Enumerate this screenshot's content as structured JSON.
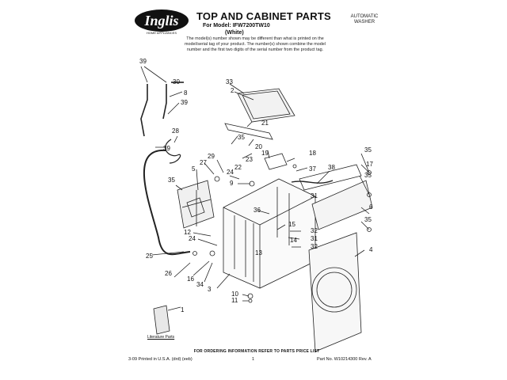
{
  "brand": {
    "name": "Inglis",
    "tagline": "HOME APPLIANCES"
  },
  "header": {
    "title": "TOP AND CABINET PARTS",
    "model_line": "For Model: IFW7200TW10",
    "color_line": "(White)",
    "category_line1": "AUTOMATIC",
    "category_line2": "WASHER"
  },
  "notice": {
    "text": "The model(s) number shown may be different than what is printed on the model/serial tag of your product. The number(s) shown combine the model number and the first two digits of the serial number from the product tag."
  },
  "literature": {
    "label": "Literature Parts"
  },
  "footer": {
    "ordering": "FOR ORDERING INFORMATION REFER TO PARTS PRICE LIST",
    "printed": "3-09 Printed in U.S.A. (drd) (eeb)",
    "page": "1",
    "part_no": "Part No. W10214300 Rev. A"
  },
  "callouts": [
    "39",
    "30",
    "8",
    "39",
    "28",
    "39",
    "33",
    "2",
    "21",
    "35",
    "20",
    "19",
    "18",
    "23",
    "22",
    "24",
    "29",
    "27",
    "9",
    "5",
    "35",
    "37",
    "38",
    "35",
    "17",
    "35",
    "31",
    "36",
    "6",
    "35",
    "12",
    "15",
    "32",
    "24",
    "31",
    "14",
    "32",
    "13",
    "25",
    "26",
    "16",
    "34",
    "3",
    "4",
    "10",
    "11",
    "1"
  ]
}
